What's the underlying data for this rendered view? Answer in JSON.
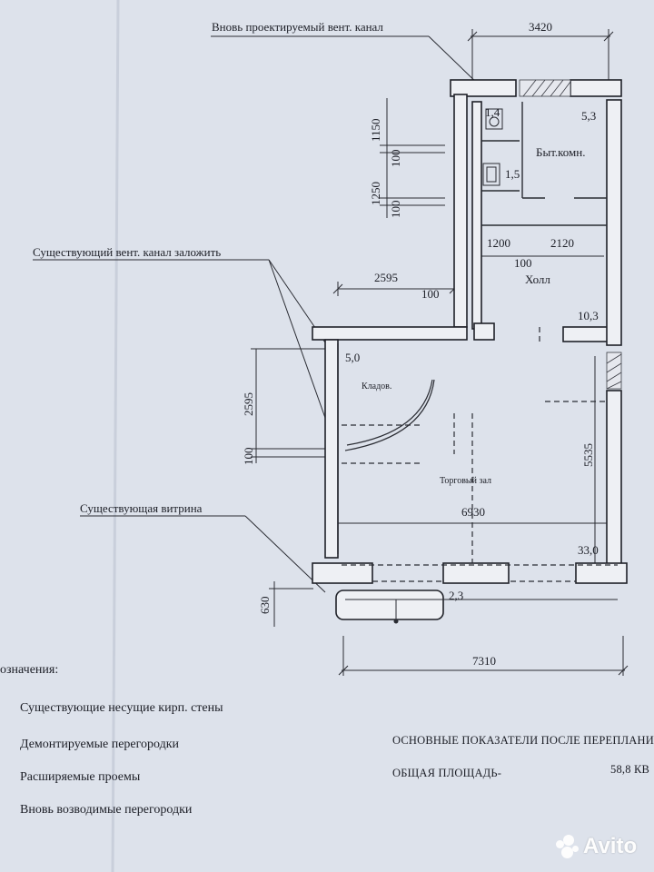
{
  "annotations": {
    "new_vent": "Вновь проектируемый вент. канал",
    "existing_vent": "Существующий вент. канал заложить",
    "vitrina": "Существующая витрина"
  },
  "dimensions": {
    "top_3420": "3420",
    "left_1150": "1150",
    "left_1250": "1250",
    "left_100a": "100",
    "left_100b": "100",
    "d_2595_h": "2595",
    "d_100_h": "100",
    "d_1200": "1200",
    "d_2120": "2120",
    "d_100_holl": "100",
    "d_2595_v": "2595",
    "d_100_v": "100",
    "d_5535": "5535",
    "d_6930": "6930",
    "d_630": "630",
    "d_7310": "7310"
  },
  "areas": {
    "a_1_4": "1,4",
    "a_1_5": "1,5",
    "a_5_3": "5,3",
    "a_10_3": "10,3",
    "a_5_0": "5,0",
    "a_33_0": "33,0",
    "a_2_3": "2,3"
  },
  "rooms": {
    "byt": "Быт.комн.",
    "holl": "Холл",
    "kladov": "Кладов.",
    "torg": "Торговый зал"
  },
  "legend": {
    "title": "означения:",
    "items": [
      "Существующие несущие кирп. стены",
      "Демонтируемые перегородки",
      "Расширяемые проемы",
      "Вновь возводимые перегородки"
    ]
  },
  "summary": {
    "heading": "ОСНОВНЫЕ ПОКАЗАТЕЛИ ПОСЛЕ ПЕРЕПЛАНИРО",
    "total_label": "ОБЩАЯ ПЛОЩАДЬ-",
    "total_value": "58,8 КВ"
  },
  "watermark": "Avito"
}
